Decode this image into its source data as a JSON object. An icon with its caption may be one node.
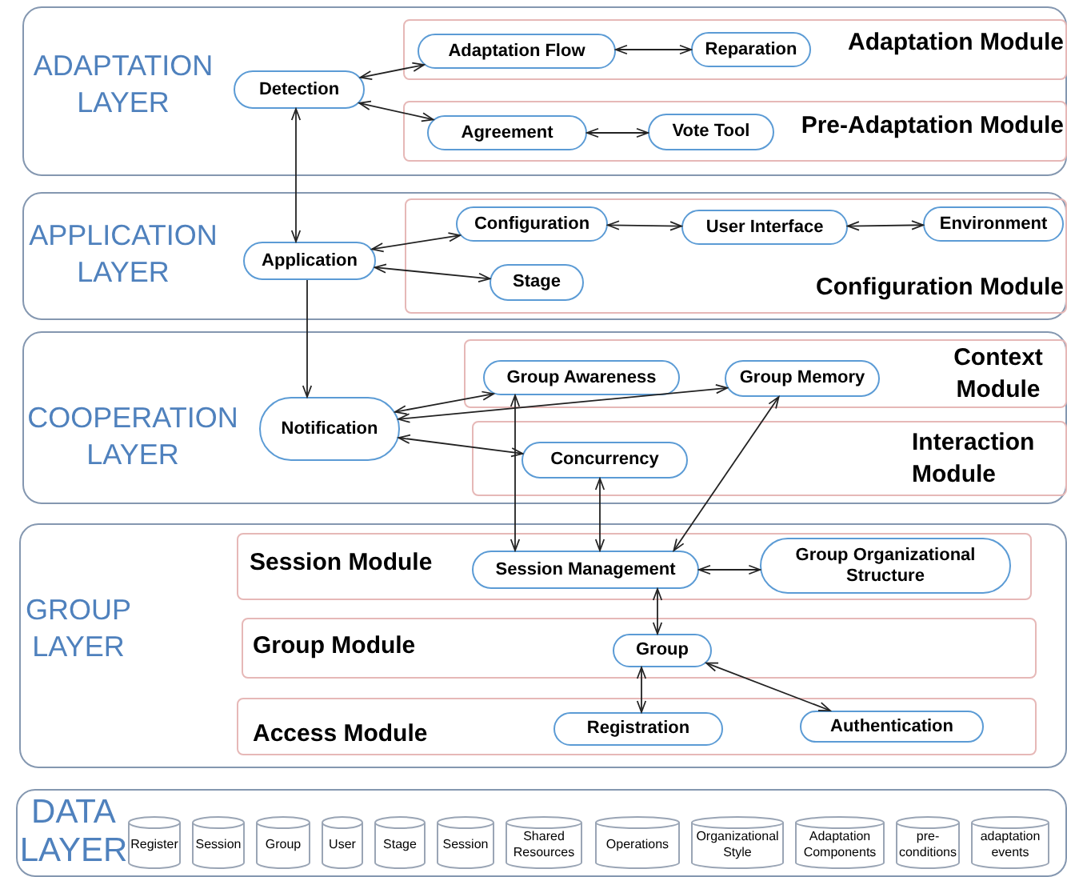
{
  "diagram": {
    "nodes": [
      {
        "text": [
          "ADAPTATION LAYER"
        ]
      },
      {
        "text": [
          "Adaptation Module"
        ],
        "in": 0
      },
      {
        "text": [
          "Pre-Adaptation Module"
        ],
        "in": 0
      },
      {
        "text": [
          "Detection"
        ],
        "in": 0
      },
      {
        "text": [
          "Adaptation Flow"
        ],
        "in": 1
      },
      {
        "text": [
          "Reparation"
        ],
        "in": 1
      },
      {
        "text": [
          "Agreement"
        ],
        "in": 2
      },
      {
        "text": [
          "Vote Tool"
        ],
        "in": 2
      },
      {
        "text": [
          "APPLICATION LAYER"
        ]
      },
      {
        "text": [
          "Configuration Module"
        ],
        "in": 8
      },
      {
        "text": [
          "Application"
        ],
        "in": 8
      },
      {
        "text": [
          "Configuration"
        ],
        "in": 9
      },
      {
        "text": [
          "User Interface"
        ],
        "in": 9
      },
      {
        "text": [
          "Environment"
        ],
        "in": 9
      },
      {
        "text": [
          "Stage"
        ],
        "in": 9
      },
      {
        "text": [
          "COOPERATION LAYER"
        ]
      },
      {
        "text": [
          "Context Module"
        ],
        "in": 15
      },
      {
        "text": [
          "Interaction Module"
        ],
        "in": 15
      },
      {
        "text": [
          "Notification"
        ],
        "in": 15
      },
      {
        "text": [
          "Group Awareness"
        ],
        "in": 16
      },
      {
        "text": [
          "Group Memory"
        ],
        "in": 16
      },
      {
        "text": [
          "Concurrency"
        ],
        "in": 17
      },
      {
        "text": [
          "GROUP LAYER"
        ]
      },
      {
        "text": [
          "Session Module"
        ],
        "in": 22
      },
      {
        "text": [
          "Group Module"
        ],
        "in": 22
      },
      {
        "text": [
          "Access Module"
        ],
        "in": 22
      },
      {
        "text": [
          "Session Management"
        ],
        "in": 23
      },
      {
        "text": [
          "Group Organizational Structure"
        ],
        "in": 23
      },
      {
        "text": [
          "Group"
        ],
        "in": 24
      },
      {
        "text": [
          "Registration"
        ],
        "in": 25
      },
      {
        "text": [
          "Authentication"
        ],
        "in": 25
      },
      {
        "text": [
          "DATA LAYER"
        ]
      },
      {
        "text": [
          "Register"
        ],
        "in": 31
      },
      {
        "text": [
          "Session"
        ],
        "in": 31
      },
      {
        "text": [
          "Group"
        ],
        "in": 31
      },
      {
        "text": [
          "User"
        ],
        "in": 31
      },
      {
        "text": [
          "Stage"
        ],
        "in": 31
      },
      {
        "text": [
          "Session"
        ],
        "in": 31
      },
      {
        "text": [
          "Shared Resources"
        ],
        "in": 31
      },
      {
        "text": [
          "Operations"
        ],
        "in": 31
      },
      {
        "text": [
          "Organizational Style"
        ],
        "in": 31
      },
      {
        "text": [
          "Adaptation Components"
        ],
        "in": 31
      },
      {
        "text": [
          "pre-conditions"
        ],
        "in": 31
      },
      {
        "text": [
          "adaptation events"
        ],
        "in": 31
      }
    ],
    "edges": [
      {
        "from": 3,
        "to": 4,
        "arrow": "both"
      },
      {
        "from": 4,
        "to": 5,
        "arrow": "both"
      },
      {
        "from": 3,
        "to": 6,
        "arrow": "both"
      },
      {
        "from": 6,
        "to": 7,
        "arrow": "both"
      },
      {
        "from": 3,
        "to": 10,
        "arrow": "both"
      },
      {
        "from": 10,
        "to": 11,
        "arrow": "both"
      },
      {
        "from": 11,
        "to": 12,
        "arrow": "both"
      },
      {
        "from": 12,
        "to": 13,
        "arrow": "both"
      },
      {
        "from": 10,
        "to": 14,
        "arrow": "both"
      },
      {
        "from": 10,
        "to": 18,
        "arrow": "to"
      },
      {
        "from": 18,
        "to": 19,
        "arrow": "both"
      },
      {
        "from": 18,
        "to": 20,
        "arrow": "both"
      },
      {
        "from": 18,
        "to": 21,
        "arrow": "both"
      },
      {
        "from": 19,
        "to": 26,
        "arrow": "both"
      },
      {
        "from": 21,
        "to": 26,
        "arrow": "both"
      },
      {
        "from": 20,
        "to": 26,
        "arrow": "both"
      },
      {
        "from": 26,
        "to": 27,
        "arrow": "both"
      },
      {
        "from": 26,
        "to": 28,
        "arrow": "both"
      },
      {
        "from": 28,
        "to": 29,
        "arrow": "both"
      },
      {
        "from": 28,
        "to": 30,
        "arrow": "both"
      }
    ]
  }
}
